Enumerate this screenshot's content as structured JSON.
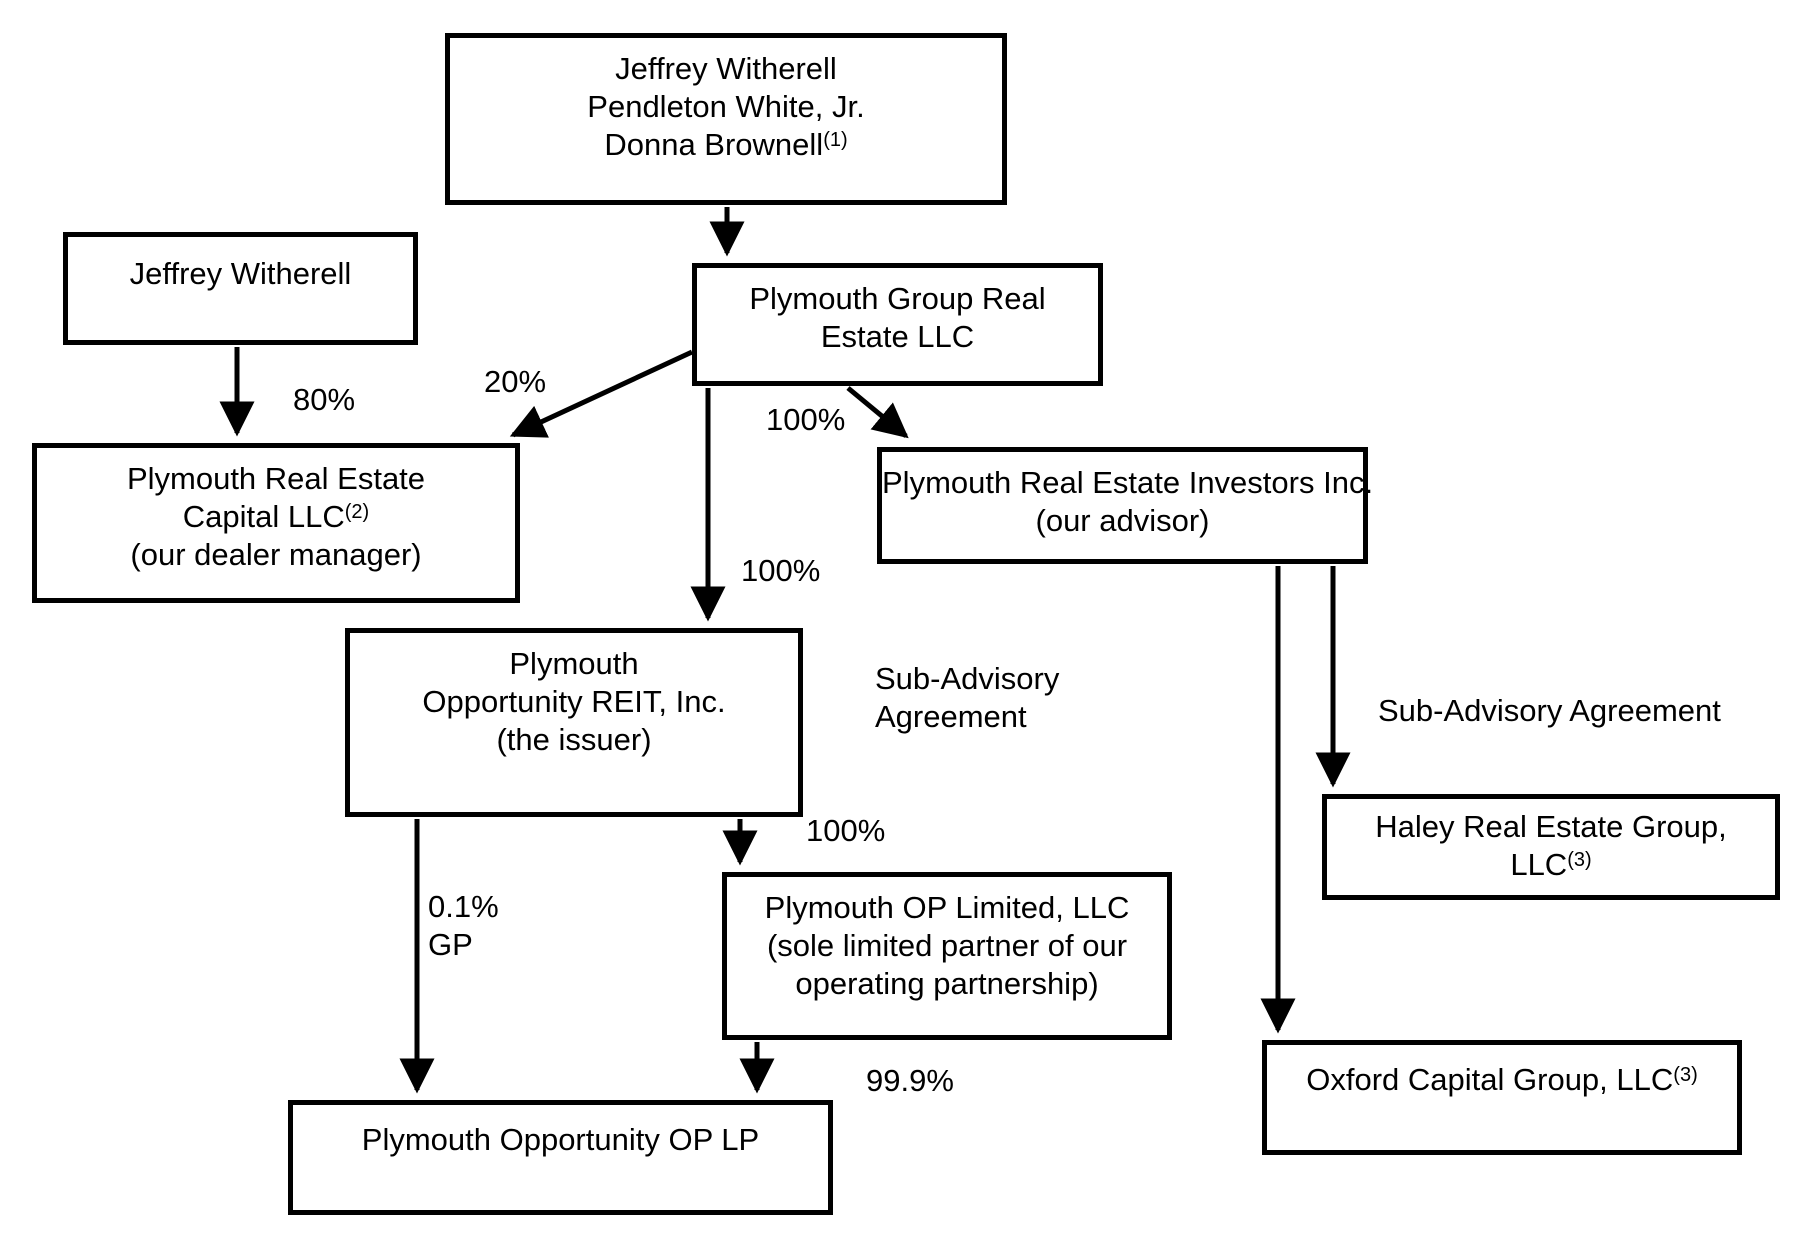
{
  "diagram": {
    "title": "Plymouth Opportunity REIT organizational structure chart",
    "colors": {
      "line": "#000000",
      "box_fill": "#ffffff",
      "background": "#ffffff",
      "text": "#000000"
    },
    "nodes": {
      "principals": {
        "line1": "Jeffrey Witherell",
        "line2": "Pendleton White, Jr.",
        "line3": "Donna Brownell",
        "line3_sup": "(1)"
      },
      "witherell": {
        "line1": "Jeffrey Witherell"
      },
      "group": {
        "line1": "Plymouth Group Real",
        "line2": "Estate LLC"
      },
      "capital": {
        "line1": "Plymouth Real Estate",
        "line2": "Capital LLC",
        "line2_sup": "(2)",
        "line3": "(our dealer manager)"
      },
      "investors": {
        "line1": "Plymouth Real Estate Investors Inc.",
        "line2": "(our advisor)"
      },
      "reit": {
        "line1": "Plymouth",
        "line2": "Opportunity REIT, Inc.",
        "line3": "(the issuer)"
      },
      "op_limited": {
        "line1": "Plymouth OP Limited, LLC",
        "line2": "(sole limited partner of our",
        "line3": "operating partnership)"
      },
      "haley": {
        "line1": "Haley Real Estate Group,",
        "line2": "LLC",
        "line2_sup": "(3)"
      },
      "oxford": {
        "line1": "Oxford Capital Group, LLC",
        "line1_sup": "(3)"
      },
      "op_lp": {
        "line1": "Plymouth Opportunity OP LP"
      }
    },
    "edge_labels": {
      "pct_80": "80%",
      "pct_20": "20%",
      "pct_100_to_investors": "100%",
      "pct_100_to_reit": "100%",
      "pct_100_to_op_limited": "100%",
      "pct_01": "0.1%",
      "gp": "GP",
      "pct_999": "99.9%",
      "sub_advisory_left_line1": "Sub-Advisory",
      "sub_advisory_left_line2": "Agreement",
      "sub_advisory_right": "Sub-Advisory Agreement"
    }
  }
}
